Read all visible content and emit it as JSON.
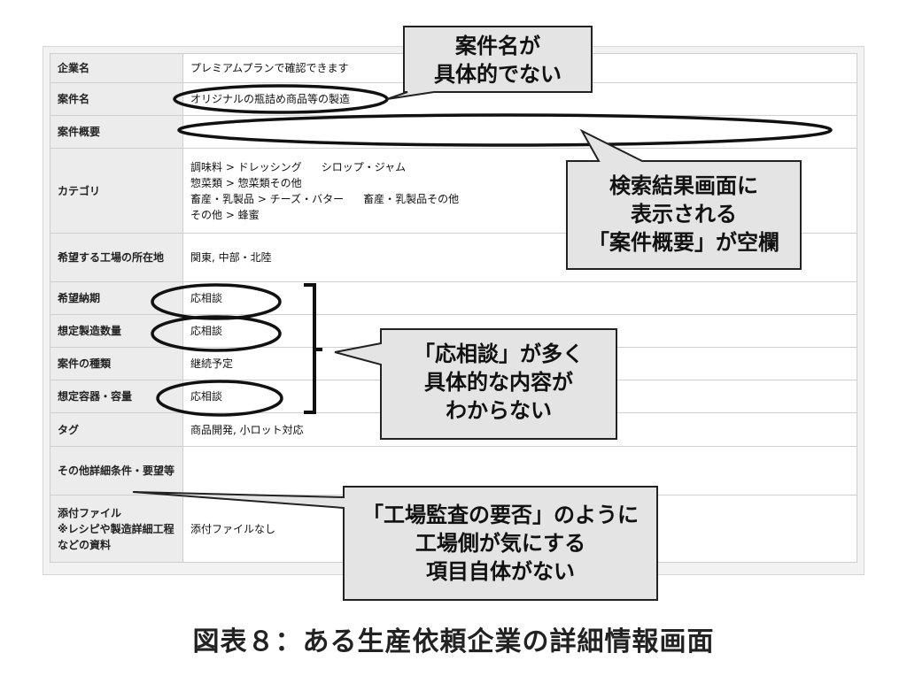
{
  "table": {
    "rows": [
      {
        "label": "企業名",
        "value": "プレミアムプランで確認できます"
      },
      {
        "label": "案件名",
        "value": "オリジナルの瓶詰め商品等の製造"
      },
      {
        "label": "案件概要",
        "value": ""
      },
      {
        "label": "カテゴリ",
        "lines": [
          [
            "調味料 > ドレッシング",
            "シロップ・ジャム"
          ],
          [
            "惣菜類 > 惣菜類その他"
          ],
          [
            "畜産・乳製品 > チーズ・バター",
            "畜産・乳製品その他"
          ],
          [
            "その他 > 蜂蜜"
          ]
        ]
      },
      {
        "label": "希望する工場の所在地",
        "value": "関東, 中部・北陸"
      },
      {
        "label": "希望納期",
        "value": "応相談"
      },
      {
        "label": "想定製造数量",
        "value": "応相談"
      },
      {
        "label": "案件の種類",
        "value": "継続予定"
      },
      {
        "label": "想定容器・容量",
        "value": "応相談"
      },
      {
        "label": "タグ",
        "value": "商品開発, 小ロット対応"
      },
      {
        "label": "その他詳細条件・要望等",
        "value": ""
      },
      {
        "label": "添付ファイル\n※レシピや製造詳細工程などの資料",
        "value": "添付ファイルなし"
      }
    ]
  },
  "callouts": [
    {
      "lines": [
        "案件名が",
        "具体的でない"
      ]
    },
    {
      "lines": [
        "検索結果画面に",
        "表示される",
        "「案件概要」が空欄"
      ]
    },
    {
      "lines": [
        "「応相談」が多く",
        "具体的な内容が",
        "わからない"
      ]
    },
    {
      "lines": [
        "「工場監査の要否」のように",
        "工場側が気にする",
        "項目自体がない"
      ]
    }
  ],
  "caption": "図表８：ある生産依頼企業の詳細情報画面"
}
